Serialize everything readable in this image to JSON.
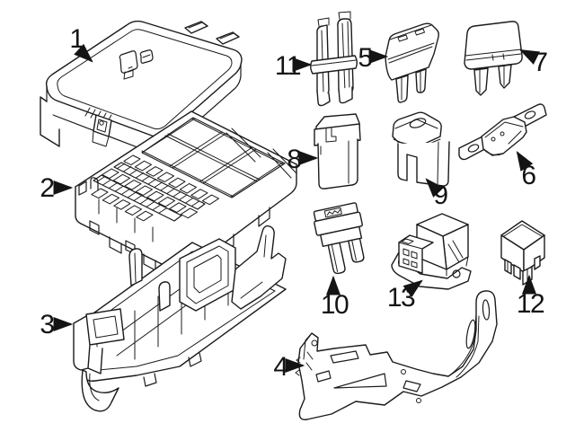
{
  "figure": {
    "kind": "exploded-parts-line-diagram",
    "background_color": "#ffffff",
    "line_color": "#1b1b1b",
    "callout_color": "#141414",
    "callouts": [
      {
        "number": "1",
        "target": "fuse-box-upper-cover"
      },
      {
        "number": "2",
        "target": "fuse-and-relay-panel"
      },
      {
        "number": "3",
        "target": "fuse-box-lower-housing"
      },
      {
        "number": "4",
        "target": "mounting-bracket"
      },
      {
        "number": "5",
        "target": "mini-blade-fuse"
      },
      {
        "number": "6",
        "target": "bolt-in-fusible-link"
      },
      {
        "number": "7",
        "target": "blade-fuse"
      },
      {
        "number": "8",
        "target": "cartridge-fuse"
      },
      {
        "number": "9",
        "target": "maxi-cartridge-fuse"
      },
      {
        "number": "10",
        "target": "standard-blade-fuse"
      },
      {
        "number": "11",
        "target": "fuse-puller"
      },
      {
        "number": "12",
        "target": "relay"
      },
      {
        "number": "13",
        "target": "relay-with-mounting-bracket"
      }
    ]
  }
}
